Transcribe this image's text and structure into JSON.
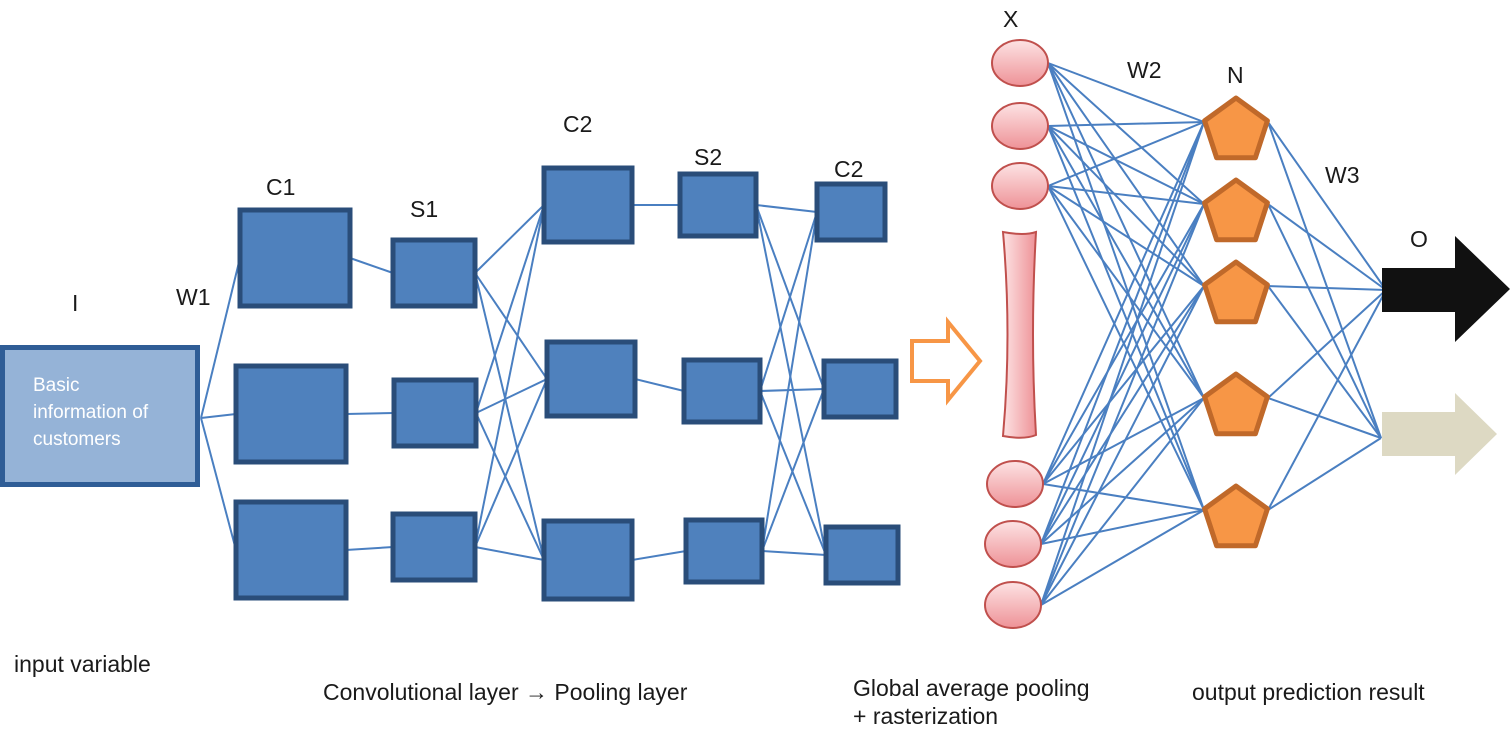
{
  "labels": {
    "I": "I",
    "W1": "W1",
    "C1": "C1",
    "S1": "S1",
    "C2_a": "C2",
    "S2": "S2",
    "C2_b": "C2",
    "X": "X",
    "W2": "W2",
    "N": "N",
    "W3": "W3",
    "O": "O"
  },
  "input_box": {
    "line1": "Basic",
    "line2": "information of",
    "line3": "customers"
  },
  "captions": {
    "input": "input variable",
    "conv": "Convolutional layer → Pooling layer",
    "gap_line1": "Global average pooling",
    "gap_line2": "+ rasterization",
    "output": "output prediction result"
  },
  "colors": {
    "square_fill": "#4f81bd",
    "square_border": "#2a4d79",
    "line": "#4a7fc1",
    "circle_fill": "#f2a9ad",
    "circle_border": "#c0504d",
    "pentagon_fill": "#f79646",
    "pentagon_border": "#c0692a",
    "arrow_black": "#111111",
    "arrow_beige": "#ddd9c3",
    "arrow_orange": "#f79646"
  }
}
